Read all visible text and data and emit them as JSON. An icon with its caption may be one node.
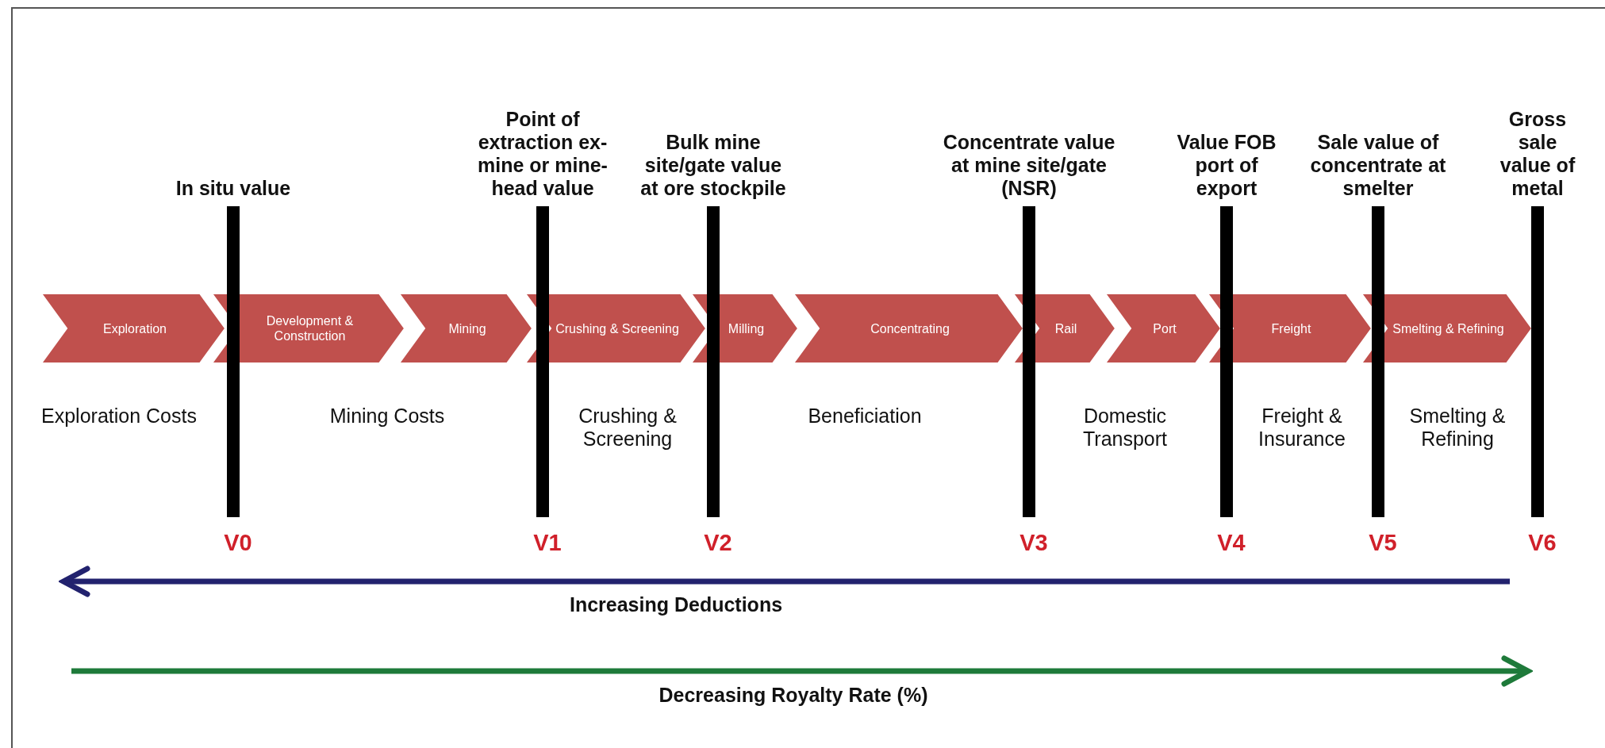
{
  "diagram": {
    "nodes": [
      {
        "text": [
          "Exploration"
        ]
      },
      {
        "text": [
          "Development & Construction"
        ]
      },
      {
        "text": [
          "Mining"
        ]
      },
      {
        "text": [
          "Crushing & Screening"
        ]
      },
      {
        "text": [
          "Milling"
        ]
      },
      {
        "text": [
          "Concentrating"
        ]
      },
      {
        "text": [
          "Rail"
        ]
      },
      {
        "text": [
          "Port"
        ]
      },
      {
        "text": [
          "Freight"
        ]
      },
      {
        "text": [
          "Smelting & Refining"
        ]
      },
      {
        "text": [
          "In situ value"
        ],
        "beside": [
          "V0"
        ]
      },
      {
        "text": [
          "Point of extraction ex-mine or mine-head value"
        ],
        "beside": [
          "V1"
        ]
      },
      {
        "text": [
          "Bulk mine site/gate value at ore stockpile"
        ],
        "beside": [
          "V2"
        ]
      },
      {
        "text": [
          "Concentrate value at mine site/gate (NSR)"
        ],
        "beside": [
          "V3"
        ]
      },
      {
        "text": [
          "Value FOB port of export"
        ],
        "beside": [
          "V4"
        ]
      },
      {
        "text": [
          "Sale value of concentrate at smelter"
        ],
        "beside": [
          "V5"
        ]
      },
      {
        "text": [
          "Gross sale value of metal"
        ],
        "beside": [
          "V6"
        ]
      }
    ],
    "edges": [],
    "labels": [
      "Exploration Costs",
      "Mining Costs",
      "Crushing & Screening",
      "Beneficiation",
      "Domestic Transport",
      "Freight & Insurance",
      "Smelting & Refining",
      "Increasing Deductions",
      "Decreasing Royalty Rate (%)"
    ]
  }
}
